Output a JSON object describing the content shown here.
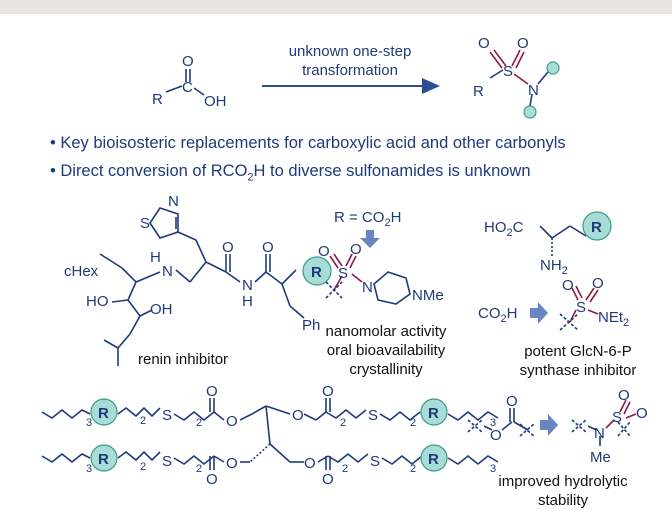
{
  "colors": {
    "structure": "#1f3a7a",
    "sulfonyl": "#8a1a4a",
    "accent_fill": "#a8dcd6",
    "accent_stroke": "#3a9a90",
    "arrow": "#2f4e92",
    "text": "#1f3a7a",
    "label": "#111111"
  },
  "reaction": {
    "arrow_top": "unknown one-step",
    "arrow_bottom": "transformation",
    "acid": {
      "o": "O",
      "r": "R",
      "c": "C",
      "oh": "OH"
    },
    "sulfonamide": {
      "o1": "O",
      "o2": "O",
      "s": "S",
      "n": "N",
      "r": "R"
    }
  },
  "bullets": [
    "• Key bioisosteric replacements for carboxylic acid and other carbonyls",
    {
      "pre": "• Direct conversion of RCO",
      "sub": "2",
      "post": "H to diverse sulfonamides is unknown"
    }
  ],
  "renin": {
    "thiazole_n": "N",
    "thiazole_s": "S",
    "chex": "cHex",
    "ho": "HO",
    "oh": "OH",
    "nh1": "N",
    "h1": "H",
    "nh2": "N",
    "h2": "H",
    "o1": "O",
    "o2": "O",
    "ph": "Ph",
    "r": "R",
    "label": "renin inhibitor"
  },
  "piperazine": {
    "eq_pre": "R = CO",
    "eq_sub": "2",
    "eq_post": "H",
    "o1": "O",
    "o2": "O",
    "s": "S",
    "n": "N",
    "nme": "NMe",
    "props": [
      "nanomolar activity",
      "oral bioavailability",
      "crystallinity"
    ]
  },
  "glcn": {
    "ho2c_pre": "HO",
    "ho2c_sub": "2",
    "ho2c_post": "C",
    "nh2_pre": "NH",
    "nh2_sub": "2",
    "r": "R",
    "co2h_pre": "CO",
    "co2h_sub": "2",
    "co2h_post": "H",
    "o1": "O",
    "o2": "O",
    "s": "S",
    "net2_pre": "NEt",
    "net2_sub": "2",
    "label1": "potent GlcN-6-P",
    "label2": "synthase inhibitor"
  },
  "tetraester": {
    "r": "R",
    "s": "S",
    "o": "O",
    "sub2": "2",
    "sub3": "3"
  },
  "ester": {
    "o1": "O",
    "o2": "O",
    "n": "N",
    "s": "S",
    "o3": "O",
    "o4": "O",
    "me": "Me",
    "label1": "improved hydrolytic",
    "label2": "stability"
  }
}
